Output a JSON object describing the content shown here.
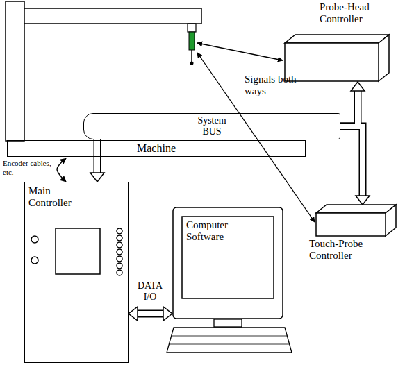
{
  "diagram": {
    "nodes": [
      {
        "text": [
          "Probe-Head Controller"
        ]
      },
      {
        "text": [
          "Machine"
        ]
      },
      {
        "text": [
          "System BUS"
        ]
      },
      {
        "text": [
          "Main Controller"
        ]
      },
      {
        "text": [
          "Computer Software"
        ]
      },
      {
        "text": [
          "Touch-Probe Controller"
        ]
      }
    ],
    "edges": [
      {
        "from": 2,
        "to": 0,
        "arrow": "to"
      },
      {
        "from": 2,
        "to": 3,
        "arrow": "to"
      },
      {
        "from": 2,
        "to": 5,
        "arrow": "to"
      },
      {
        "from": 1,
        "to": 3,
        "arrow": "both",
        "label": "Encoder cables, etc."
      },
      {
        "from": 3,
        "to": 4,
        "arrow": "both",
        "label": "DATA I/O"
      }
    ],
    "labels": [
      "Signals both ways"
    ]
  }
}
